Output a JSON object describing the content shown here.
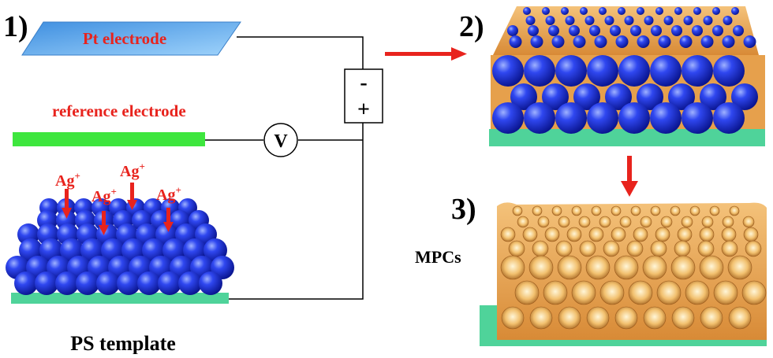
{
  "steps": {
    "s1": "1)",
    "s2": "2)",
    "s3": "3)"
  },
  "labels": {
    "pt_electrode": "Pt electrode",
    "reference_electrode": "reference electrode",
    "voltmeter": "V",
    "battery_minus": "-",
    "battery_plus": "+",
    "ion_base": "Ag",
    "ion_charge": "+",
    "ps_template": "PS template",
    "mpcs": "MPCs"
  },
  "colors": {
    "pt_electrode": "#6cb6ee",
    "reference_electrode": "#3ee63e",
    "substrate": "#4fd39a",
    "sphere": "#1a2fd8",
    "gold": "#e6a04c",
    "arrow": "#e8231d"
  }
}
